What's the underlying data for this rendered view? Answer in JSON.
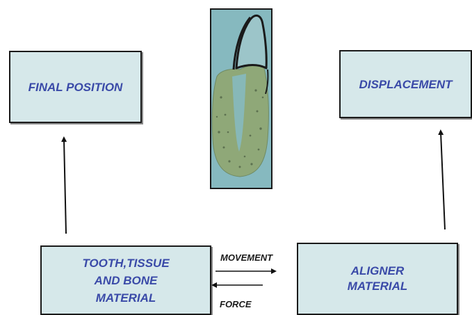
{
  "boxes": {
    "final_position": "FINAL POSITION",
    "displacement": "DISPLACEMENT",
    "tooth_tissue_bone": "TOOTH,TISSUE\nAND BONE\nMATERIAL",
    "aligner_material": "ALIGNER\nMATERIAL"
  },
  "arrows": {
    "movement_label": "MOVEMENT",
    "force_label": "FORCE"
  },
  "colors": {
    "box_fill": "#d6e8ea",
    "box_text": "#3a4aa8",
    "tooth_background": "#86b9bf",
    "bone": "#8fa878"
  },
  "image": {
    "icon": "tooth-cross-section-icon"
  }
}
